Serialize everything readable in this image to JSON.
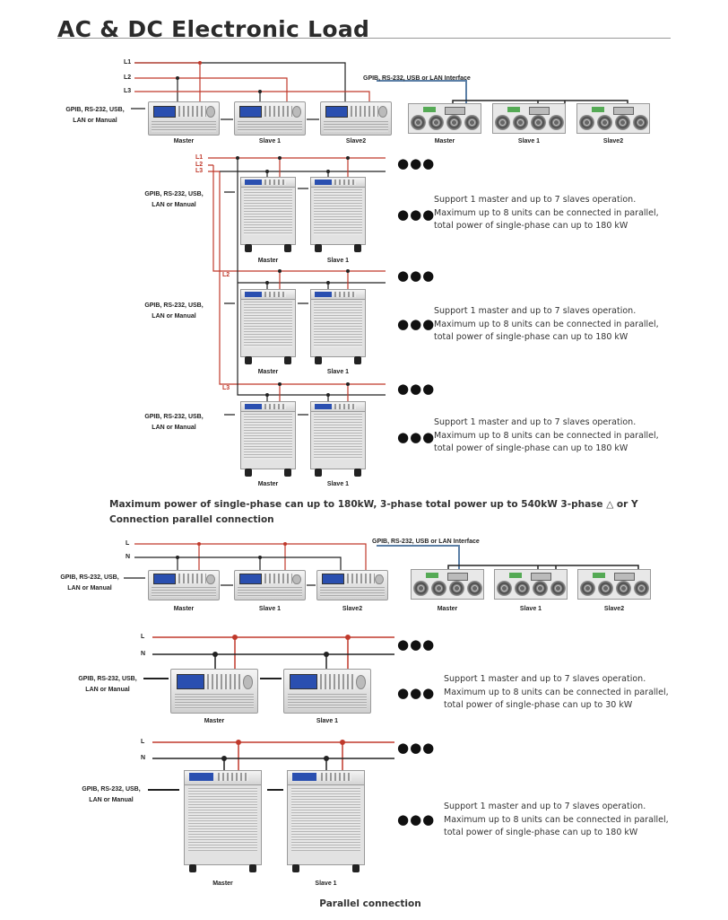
{
  "title": "AC & DC Electronic Load",
  "control_label": [
    "GPIB, RS-232, USB,",
    "LAN or Manual"
  ],
  "interface_label": "GPIB, RS-232, USB or LAN Interface",
  "phase_labels": {
    "l1": "L1",
    "l2": "L2",
    "l3": "L3",
    "l": "L",
    "n": "N"
  },
  "unit_labels": {
    "master": "Master",
    "slave1": "Slave 1",
    "slave2": "Slave2"
  },
  "ellipsis": "●●●",
  "notes": {
    "tower_180kw": [
      "Support 1 master and up to 7 slaves operation.",
      "Maximum up to 8 units can be connected in parallel,",
      "total power of single-phase can up to 180 kW"
    ],
    "rack_30kw": [
      "Support 1 master and up to 7 slaves operation.",
      "Maximum up to 8 units can be connected in parallel,",
      "total power of single-phase can up to 30 kW"
    ]
  },
  "caption_3phase": [
    "Maximum power of single-phase can up to 180kW, 3-phase total power up to 540kW 3-phase △ or Y",
    "Connection parallel connection"
  ],
  "caption_parallel": "Parallel connection",
  "colors": {
    "live": "#c0392b",
    "neutral": "#222222",
    "interface": "#5b7fa6"
  }
}
